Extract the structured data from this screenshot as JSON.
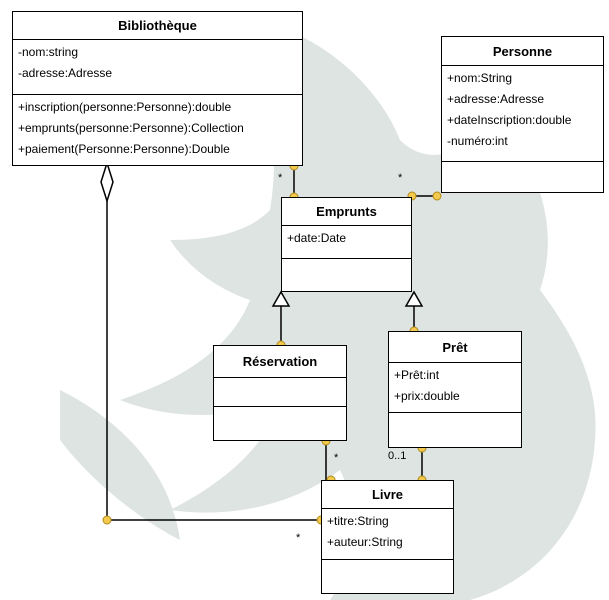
{
  "classes": {
    "bibliotheque": {
      "name": "Bibliothèque",
      "attributes": [
        "-nom:string",
        "-adresse:Adresse"
      ],
      "operations": [
        "+inscription(personne:Personne):double",
        "+emprunts(personne:Personne):Collection",
        "+paiement(Personne:Personne):Double"
      ]
    },
    "personne": {
      "name": "Personne",
      "attributes": [
        "+nom:String",
        "+adresse:Adresse",
        "+dateInscription:double",
        "-numéro:int"
      ]
    },
    "emprunts": {
      "name": "Emprunts",
      "attributes": [
        "+date:Date"
      ]
    },
    "reservation": {
      "name": "Réservation"
    },
    "pret": {
      "name": "Prêt",
      "attributes": [
        "+Prêt:int",
        "+prix:double"
      ]
    },
    "livre": {
      "name": "Livre",
      "attributes": [
        "+titre:String",
        "+auteur:String"
      ]
    }
  },
  "multiplicities": {
    "bib_emprunts": "*",
    "personne_emprunts": "*",
    "reservation_livre": "*",
    "pret_livre": "0..1",
    "bib_livre": "*"
  },
  "colors": {
    "handle": "#f2c94c",
    "watermark": "#dde4e2"
  }
}
